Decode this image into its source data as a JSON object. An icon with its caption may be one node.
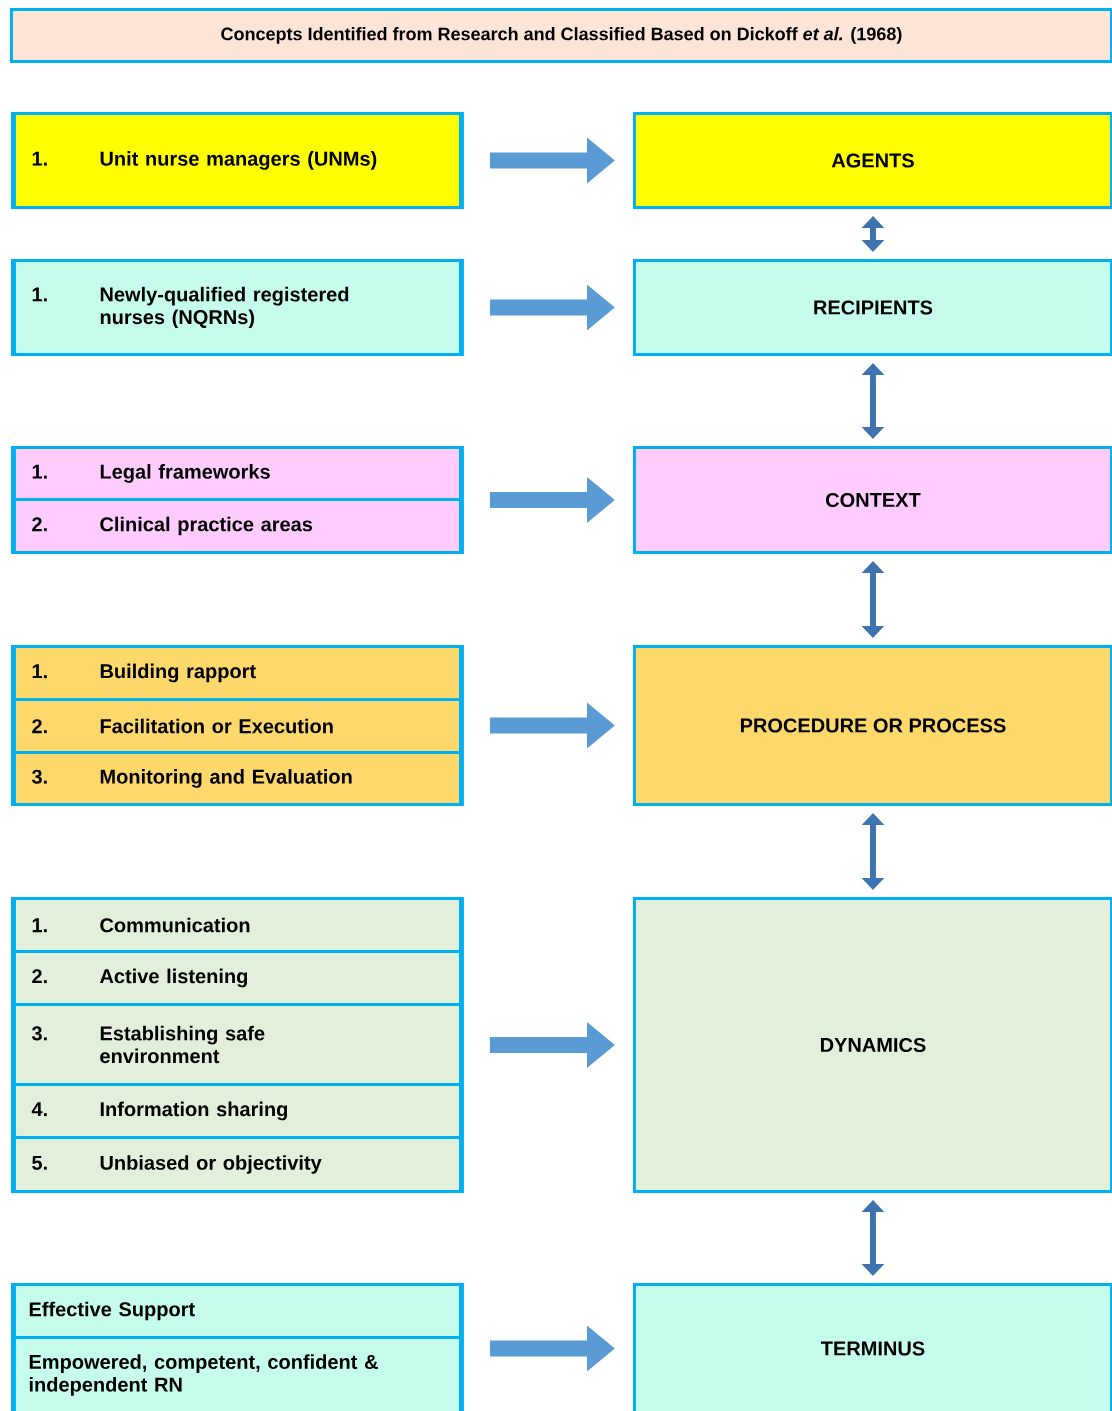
{
  "diagram": {
    "title": "Concepts Identified from Research and Classified Based on Dickoff *et al.* (1968)",
    "nodes": [
      {
        "text": [],
        "shape": "box"
      },
      {
        "text": [
          "1.",
          "Unit nurse managers (UNMs)"
        ],
        "in": 0
      },
      {
        "text": [
          "AGENTS"
        ]
      },
      {
        "text": [],
        "shape": "box"
      },
      {
        "text": [
          "1.",
          "Newly-qualified registered nurses (NQRNs)"
        ],
        "in": 3
      },
      {
        "text": [
          "RECIPIENTS"
        ]
      },
      {
        "text": [],
        "shape": "box"
      },
      {
        "text": [
          "1.",
          "Legal frameworks"
        ],
        "in": 6
      },
      {
        "text": [
          "2.",
          "Clinical practice areas"
        ],
        "in": 6
      },
      {
        "text": [
          "CONTEXT"
        ]
      },
      {
        "text": [],
        "shape": "box"
      },
      {
        "text": [
          "1.",
          "Building rapport"
        ],
        "in": 10
      },
      {
        "text": [
          "2.",
          "Facilitation or Execution"
        ],
        "in": 10
      },
      {
        "text": [
          "3.",
          "Monitoring and Evaluation"
        ],
        "in": 10
      },
      {
        "text": [
          "PROCEDURE OR PROCESS"
        ]
      },
      {
        "text": [],
        "shape": "box"
      },
      {
        "text": [
          "1.",
          "Communication"
        ],
        "in": 15
      },
      {
        "text": [
          "2.",
          "Active listening"
        ],
        "in": 15
      },
      {
        "text": [
          "3.",
          "Establishing safe environment"
        ],
        "in": 15
      },
      {
        "text": [
          "4.",
          "Information sharing"
        ],
        "in": 15
      },
      {
        "text": [
          "5.",
          "Unbiased or objectivity"
        ],
        "in": 15
      },
      {
        "text": [
          "DYNAMICS"
        ]
      },
      {
        "text": [],
        "shape": "box"
      },
      {
        "text": [
          "Effective Support"
        ],
        "in": 22
      },
      {
        "text": [
          "Empowered, competent, confident & independent RN"
        ],
        "in": 22
      },
      {
        "text": [
          "TERMINUS"
        ]
      }
    ],
    "edges": [
      {
        "from": 0,
        "to": 2,
        "arrow": "to"
      },
      {
        "from": 2,
        "to": 5,
        "arrow": "both"
      },
      {
        "from": 3,
        "to": 5,
        "arrow": "to"
      },
      {
        "from": 5,
        "to": 9,
        "arrow": "both"
      },
      {
        "from": 6,
        "to": 9,
        "arrow": "to"
      },
      {
        "from": 9,
        "to": 14,
        "arrow": "both"
      },
      {
        "from": 10,
        "to": 14,
        "arrow": "to"
      },
      {
        "from": 14,
        "to": 21,
        "arrow": "both"
      },
      {
        "from": 15,
        "to": 21,
        "arrow": "to"
      },
      {
        "from": 21,
        "to": 25,
        "arrow": "both"
      },
      {
        "from": 22,
        "to": 25,
        "arrow": "to"
      }
    ]
  }
}
